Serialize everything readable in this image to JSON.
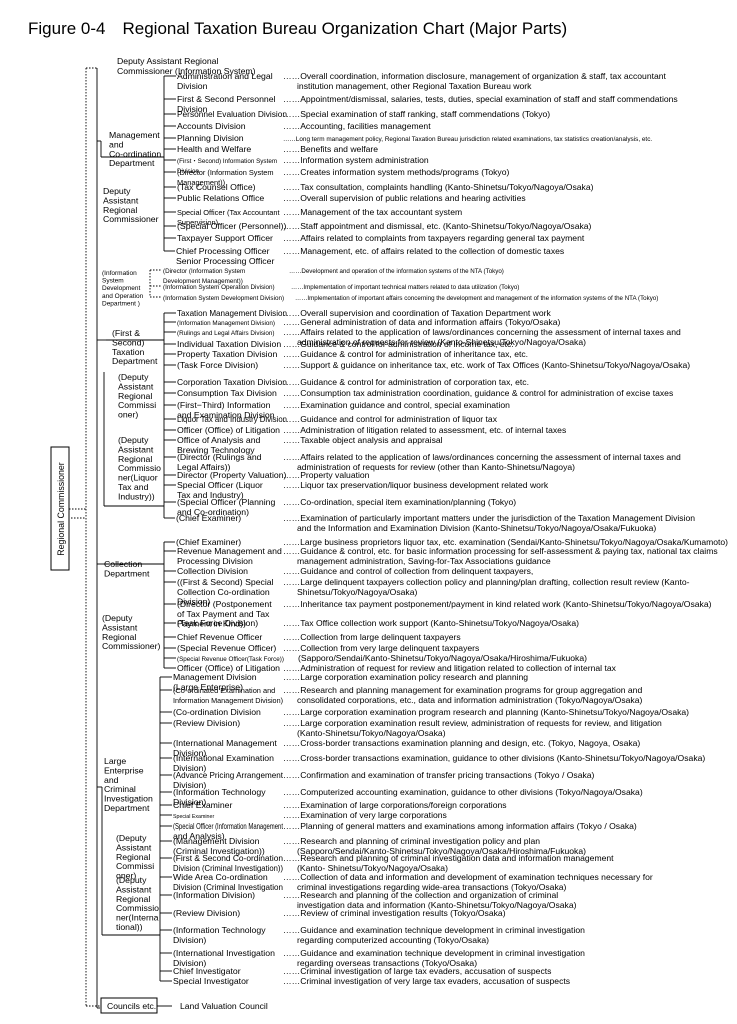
{
  "title": "Figure 0-4　Regional Taxation Bureau Organization Chart (Major Parts)",
  "root": "Regional Commissioner",
  "dept_labels": [
    {
      "id": "dac_is",
      "lines": [
        "Deputy Assistant Regional",
        "Commissioner (Information System)"
      ]
    },
    {
      "id": "mgmt",
      "lines": [
        "Management",
        "and",
        "Co-ordination",
        "Department"
      ]
    },
    {
      "id": "darc1",
      "lines": [
        "Deputy",
        "Assistant",
        "Regional",
        "Commissioner"
      ]
    },
    {
      "id": "isdod",
      "lines": [
        "(Information",
        "System",
        "Development",
        "and Operation",
        "Department )"
      ]
    },
    {
      "id": "tax",
      "lines": [
        "(First &",
        "Second)",
        "Taxation",
        "Department"
      ]
    },
    {
      "id": "darc2",
      "lines": [
        "(Deputy",
        "Assistant",
        "Regional",
        "Commissi",
        "oner)"
      ]
    },
    {
      "id": "darc3",
      "lines": [
        "(Deputy",
        "Assistant",
        "Regional",
        "Commissio",
        "ner(Liquor",
        "Tax and",
        "Industry))"
      ]
    },
    {
      "id": "coll",
      "lines": [
        "Collection",
        "Department"
      ]
    },
    {
      "id": "darc4",
      "lines": [
        "(Deputy",
        "Assistant",
        "Regional",
        "Commissioner)"
      ]
    },
    {
      "id": "lec",
      "lines": [
        "Large",
        "Enterprise",
        "and",
        "Criminal",
        "Investigation",
        "Department"
      ]
    },
    {
      "id": "darc5",
      "lines": [
        "(Deputy",
        "Assistant",
        "Regional",
        "Commissi",
        "oner)"
      ]
    },
    {
      "id": "darc6",
      "lines": [
        "(Deputy",
        "Assistant",
        "Regional",
        "Commissio",
        "ner(Interna",
        "tional))"
      ]
    }
  ],
  "rows": [
    {
      "u": [
        "Administration and Legal",
        "Division"
      ],
      "d": [
        "……Overall coordination, information disclosure, management of organization & staff, tax accountant",
        "institution management, other Regional Taxation Bureau work"
      ]
    },
    {
      "u": [
        "First & Second Personnel",
        "Division"
      ],
      "d": [
        "……Appointment/dismissal, salaries, tests, duties, special examination of staff and staff commendations"
      ]
    },
    {
      "u": [
        "Personnel Evaluation Division"
      ],
      "d": [
        "……Special examination of staff ranking, staff commendations (Tokyo)"
      ]
    },
    {
      "u": [
        "Accounts Division"
      ],
      "d": [
        "……Accounting, facilities management"
      ]
    },
    {
      "u": [
        "Planning Division"
      ],
      "d": [
        "……Long term management policy, Regional Taxation Bureau jurisdiction related examinations, tax statistics creation/analysis, etc."
      ]
    },
    {
      "u": [
        "Health and Welfare"
      ],
      "d": [
        "……Benefits and welfare"
      ]
    },
    {
      "u": [
        "(First・Second) Information System",
        "Division"
      ],
      "d": [
        "……Information system administration"
      ]
    },
    {
      "u": [
        "(Director (Information System",
        "Management))"
      ],
      "d": [
        "……Creates information system methods/programs (Tokyo)"
      ]
    },
    {
      "u": [
        "(Tax Counsel Office)"
      ],
      "d": [
        "……Tax consultation, complaints handling (Kanto-Shinetsu/Tokyo/Nagoya/Osaka)"
      ]
    },
    {
      "u": [
        "Public Relations Office"
      ],
      "d": [
        "……Overall supervision of public relations and hearing activities"
      ]
    },
    {
      "u": [
        "Special Officer (Tax Accountant",
        "Supervision)"
      ],
      "d": [
        "……Management of the tax accountant system"
      ]
    },
    {
      "u": [
        "(Special Officer (Personnel))"
      ],
      "d": [
        "……Staff appointment and dismissal, etc. (Kanto-Shinetsu/Tokyo/Nagoya/Osaka)"
      ]
    },
    {
      "u": [
        "Taxpayer Support Officer"
      ],
      "d": [
        "……Affairs related to complaints from taxpayers regarding general tax payment"
      ]
    },
    {
      "u": [
        "Chief Processing Officer",
        "Senior Processing Officer"
      ],
      "d": [
        "……Management, etc. of affairs related to the collection of domestic taxes"
      ]
    },
    {
      "u": [
        "(Director (Information System",
        "Development Management))"
      ],
      "d": [
        "……Development and operation of the information systems of the NTA (Tokyo)"
      ]
    },
    {
      "u": [
        "(Information System Operation Division)"
      ],
      "d": [
        "……Implementation of important technical matters related to data utilization (Tokyo)"
      ]
    },
    {
      "u": [
        "(Information System Development Division)"
      ],
      "d": [
        "……Implementation of important affairs concerning the development and management of the information systems of the NTA (Tokyo)"
      ]
    },
    {
      "u": [
        "Taxation Management Division"
      ],
      "d": [
        "……Overall supervision and coordination of Taxation Department work"
      ]
    },
    {
      "u": [
        "(Information Management Division)"
      ],
      "d": [
        "……General administration of data and information affairs (Tokyo/Osaka)"
      ]
    },
    {
      "u": [
        "(Rulings and Legal Affairs Division)"
      ],
      "d": [
        "……Affairs related to the application of laws/ordinances concerning the assessment of internal taxes and",
        "administration of requests for review (Kanto-Shinetsu/Tokyo/Nagoya/Osaka)"
      ]
    },
    {
      "u": [
        "Individual Taxation Division"
      ],
      "d": [
        "……Guidance & control for administration of income tax, etc."
      ]
    },
    {
      "u": [
        "Property Taxation Division"
      ],
      "d": [
        "……Guidance & control for administration of inheritance tax, etc."
      ]
    },
    {
      "u": [
        "(Task Force Division)"
      ],
      "d": [
        "……Support & guidance on inheritance tax, etc. work of Tax Offices (Kanto-Shinetsu/Tokyo/Nagoya/Osaka)"
      ]
    },
    {
      "u": [
        "Corporation Taxation Division"
      ],
      "d": [
        "……Guidance & control for administration of corporation tax, etc."
      ]
    },
    {
      "u": [
        "Consumption Tax Division"
      ],
      "d": [
        "……Consumption tax administration coordination, guidance & control for administration of excise taxes"
      ]
    },
    {
      "u": [
        "(First−Third) Information",
        "and Examination Division"
      ],
      "d": [
        "……Examination guidance and control, special examination"
      ]
    },
    {
      "u": [
        "Liquor Tax and Industry Division"
      ],
      "d": [
        "……Guidance and control for administration of liquor tax"
      ]
    },
    {
      "u": [
        "Officer (Office) of Litigation"
      ],
      "d": [
        "……Administration of litigation related to assessment, etc. of internal taxes"
      ]
    },
    {
      "u": [
        "Office of Analysis and",
        "Brewing Technology"
      ],
      "d": [
        "……Taxable object analysis and appraisal"
      ]
    },
    {
      "u": [
        "(Director (Rulings and",
        "Legal Affairs))"
      ],
      "d": [
        "……Affairs related to the application of laws/ordinances concerning the assessment of internal taxes and",
        "administration of requests for review (other than Kanto-Shinetsu/Nagoya)"
      ]
    },
    {
      "u": [
        "Director (Property Valuation)"
      ],
      "d": [
        "……Property valuation"
      ]
    },
    {
      "u": [
        "Special Officer (Liquor",
        "Tax and Industry)"
      ],
      "d": [
        "……Liquor tax preservation/liquor business development related work"
      ]
    },
    {
      "u": [
        "(Special Officer (Planning",
        "and Co-ordination)"
      ],
      "d": [
        "……Co-ordination, special item examination/planning (Tokyo)"
      ]
    },
    {
      "u": [
        "(Chief Examiner)"
      ],
      "d": [
        "……Examination of particularly important matters under the jurisdiction of the Taxation Management Division",
        "and the Information and Examination Division (Kanto-Shinetsu/Tokyo/Nagoya/Osaka/Fukuoka)"
      ]
    },
    {
      "u": [
        "(Chief Examiner)"
      ],
      "d": [
        "……Large business proprietors liquor tax, etc. examination (Sendai/Kanto-Shinetsu/Tokyo/Nagoya/Osaka/Kumamoto)"
      ]
    },
    {
      "u": [
        "Revenue Management and",
        "Processing Division"
      ],
      "d": [
        "……Guidance & control, etc. for basic information processing for self-assessment & paying tax, national tax claims",
        "management administration, Saving-for-Tax Associations guidance"
      ]
    },
    {
      "u": [
        "Collection Division"
      ],
      "d": [
        "……Guidance and control of collection from delinquent taxpayers,"
      ]
    },
    {
      "u": [
        "((First & Second) Special",
        "Collection Co-ordination",
        "Division)"
      ],
      "d": [
        "……Large delinquent taxpayers collection policy and planning/plan drafting, collection result review (Kanto-",
        "Shinetsu/Tokyo/Nagoya/Osaka)"
      ]
    },
    {
      "u": [
        "(Director (Postponement",
        "of Tax Payment and Tax",
        "Payment in Kind))"
      ],
      "d": [
        "……Inheritance tax payment postponement/payment in kind related work (Kanto-Shinetsu/Tokyo/Nagoya/Osaka)"
      ]
    },
    {
      "u": [
        "(Task Force Division)"
      ],
      "d": [
        "……Tax Office collection work support (Kanto-Shinetsu/Tokyo/Nagoya/Osaka)"
      ]
    },
    {
      "u": [
        "Chief Revenue Officer"
      ],
      "d": [
        "……Collection from large delinquent taxpayers"
      ]
    },
    {
      "u": [
        "(Special Revenue Officer)"
      ],
      "d": [
        "……Collection from very large delinquent taxpayers"
      ]
    },
    {
      "u": [
        "(Special Revenue Officer(Task Force))"
      ],
      "d": [
        "(Sapporo/Sendai/Kanto-Shinetsu/Tokyo/Nagoya/Osaka/Hiroshima/Fukuoka)"
      ]
    },
    {
      "u": [
        "Officer (Office) of Litigation"
      ],
      "d": [
        "……Administration of request for review and litigation related to collection of internal tax"
      ]
    },
    {
      "u": [
        "Management Division",
        "(Large Enterprise)"
      ],
      "d": [
        "……Large corporation examination policy research and planning"
      ]
    },
    {
      "u": [
        "(Co-ordinated Examination and",
        "Information Management Division)"
      ],
      "d": [
        "……Research and planning management for examination programs for group aggregation and",
        "consolidated corporations, etc., data and information administration (Tokyo/Nagoya/Osaka)"
      ]
    },
    {
      "u": [
        "(Co-ordination Division"
      ],
      "d": [
        "……Large corporation examination program research and planning (Kanto-Shinetsu/Tokyo/Nagoya/Osaka)"
      ]
    },
    {
      "u": [
        "(Review Division)"
      ],
      "d": [
        "……Large corporation examination result review, administration of requests for review, and litigation",
        "(Kanto-Shinetsu/Tokyo/Nagoya/Osaka)"
      ]
    },
    {
      "u": [
        "(International Management",
        "Division)"
      ],
      "d": [
        "……Cross-border transactions examination planning and design, etc. (Tokyo, Nagoya, Osaka)"
      ]
    },
    {
      "u": [
        "(International Examination",
        "Division)"
      ],
      "d": [
        "……Cross-border transactions examination, guidance to other divisions (Kanto-Shinetsu/Tokyo/Nagoya/Osaka)"
      ]
    },
    {
      "u": [
        "(Advance Pricing Arrangement",
        "Division)"
      ],
      "d": [
        "……Confirmation and examination of transfer pricing transactions (Tokyo / Osaka)"
      ]
    },
    {
      "u": [
        "(Information Technology",
        "Division)"
      ],
      "d": [
        "……Computerized accounting examination, guidance to other divisions (Tokyo/Nagoya/Osaka)"
      ]
    },
    {
      "u": [
        "Chief Examiner"
      ],
      "d": [
        "……Examination of large corporations/foreign corporations"
      ]
    },
    {
      "u": [
        "Special Examiner"
      ],
      "d": [
        "……Examination of very large corporations"
      ]
    },
    {
      "u": [
        "(Special Officer (Information Management",
        "and Analysis)"
      ],
      "d": [
        "……Planning of general matters and examinations among information affairs (Tokyo / Osaka)"
      ]
    },
    {
      "u": [
        "(Management Division",
        "(Criminal Investigation))"
      ],
      "d": [
        "……Research and planning of criminal investigation policy and plan",
        "(Sapporo/Sendai/Kanto-Shinetsu/Tokyo/Nagoya/Osaka/Hiroshima/Fukuoka)"
      ]
    },
    {
      "u": [
        "(First & Second Co-ordination",
        "Division (Criminal Investigation))"
      ],
      "d": [
        "……Research and planning of criminal investigation data and information management",
        "(Kanto- Shinetsu/Tokyo/Nagoya/Osaka)"
      ]
    },
    {
      "u": [
        "Wide Area Co-ordination",
        "Division (Criminal Investigation"
      ],
      "d": [
        "……Collection of data and information and development of examination techniques necessary for",
        "criminal investigations regarding wide-area transactions (Tokyo/Osaka)"
      ]
    },
    {
      "u": [
        "(Information Division)"
      ],
      "d": [
        "……Research and planning of the collection and organization of criminal",
        "investigation data and information (Kanto-Shinetsu/Tokyo/Nagoya/Osaka)"
      ]
    },
    {
      "u": [
        "(Review Division)"
      ],
      "d": [
        "……Review of criminal investigation results (Tokyo/Osaka)"
      ]
    },
    {
      "u": [
        "(Information Technology",
        "Division)"
      ],
      "d": [
        "……Guidance and examination technique development in criminal investigation",
        "regarding computerized accounting (Tokyo/Osaka)"
      ]
    },
    {
      "u": [
        "(International Investigation",
        "Division)"
      ],
      "d": [
        "……Guidance and examination technique development in criminal investigation",
        "regarding overseas transactions (Tokyo/Osaka)"
      ]
    },
    {
      "u": [
        "Chief Investigator"
      ],
      "d": [
        "……Criminal investigation of large tax evaders, accusation of suspects"
      ]
    },
    {
      "u": [
        "Special Investigator"
      ],
      "d": [
        "……Criminal investigation of very large tax evaders, accusation of suspects"
      ]
    }
  ],
  "councils": "Councils etc.",
  "land_council": "Land Valuation Council"
}
